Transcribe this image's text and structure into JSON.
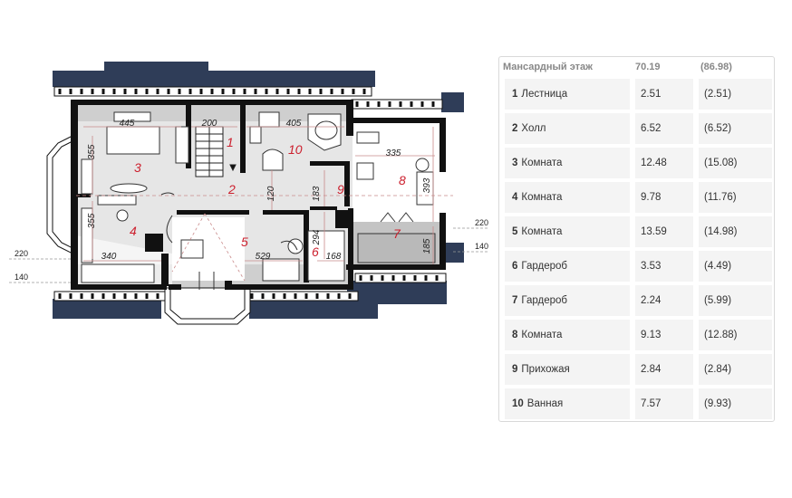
{
  "plan": {
    "room_numbers": [
      "1",
      "2",
      "3",
      "4",
      "5",
      "6",
      "7",
      "8",
      "9",
      "10"
    ],
    "dimensions": {
      "d445": "445",
      "d200": "200",
      "d405": "405",
      "d355a": "355",
      "d355b": "355",
      "d335": "335",
      "d393": "393",
      "d120": "120",
      "d183": "183",
      "d340": "340",
      "d529": "529",
      "d294": "294",
      "d168": "168",
      "d185": "185",
      "side_220_left": "220",
      "side_140_left": "140",
      "side_220_right": "220",
      "side_140_right": "140"
    }
  },
  "table": {
    "header": {
      "floor": "Мансардный этаж",
      "area1": "70.19",
      "area2": "(86.98)"
    },
    "rows": [
      {
        "num": "1",
        "name": "Лестница",
        "a1": "2.51",
        "a2": "(2.51)"
      },
      {
        "num": "2",
        "name": "Холл",
        "a1": "6.52",
        "a2": "(6.52)"
      },
      {
        "num": "3",
        "name": "Комната",
        "a1": "12.48",
        "a2": "(15.08)"
      },
      {
        "num": "4",
        "name": "Комната",
        "a1": "9.78",
        "a2": "(11.76)"
      },
      {
        "num": "5",
        "name": "Комната",
        "a1": "13.59",
        "a2": "(14.98)"
      },
      {
        "num": "6",
        "name": "Гардероб",
        "a1": "3.53",
        "a2": "(4.49)"
      },
      {
        "num": "7",
        "name": "Гардероб",
        "a1": "2.24",
        "a2": "(5.99)"
      },
      {
        "num": "8",
        "name": "Комната",
        "a1": "9.13",
        "a2": "(12.88)"
      },
      {
        "num": "9",
        "name": "Прихожая",
        "a1": "2.84",
        "a2": "(2.84)"
      },
      {
        "num": "10",
        "name": "Ванная",
        "a1": "7.57",
        "a2": "(9.93)"
      }
    ]
  },
  "colors": {
    "roof": "#2f3d58",
    "wall": "#111111",
    "floor_light": "#e6e6e6",
    "floor_dark": "#c4c4c4",
    "label_red": "#cc1f2d",
    "dim_line": "#c98a8a"
  }
}
